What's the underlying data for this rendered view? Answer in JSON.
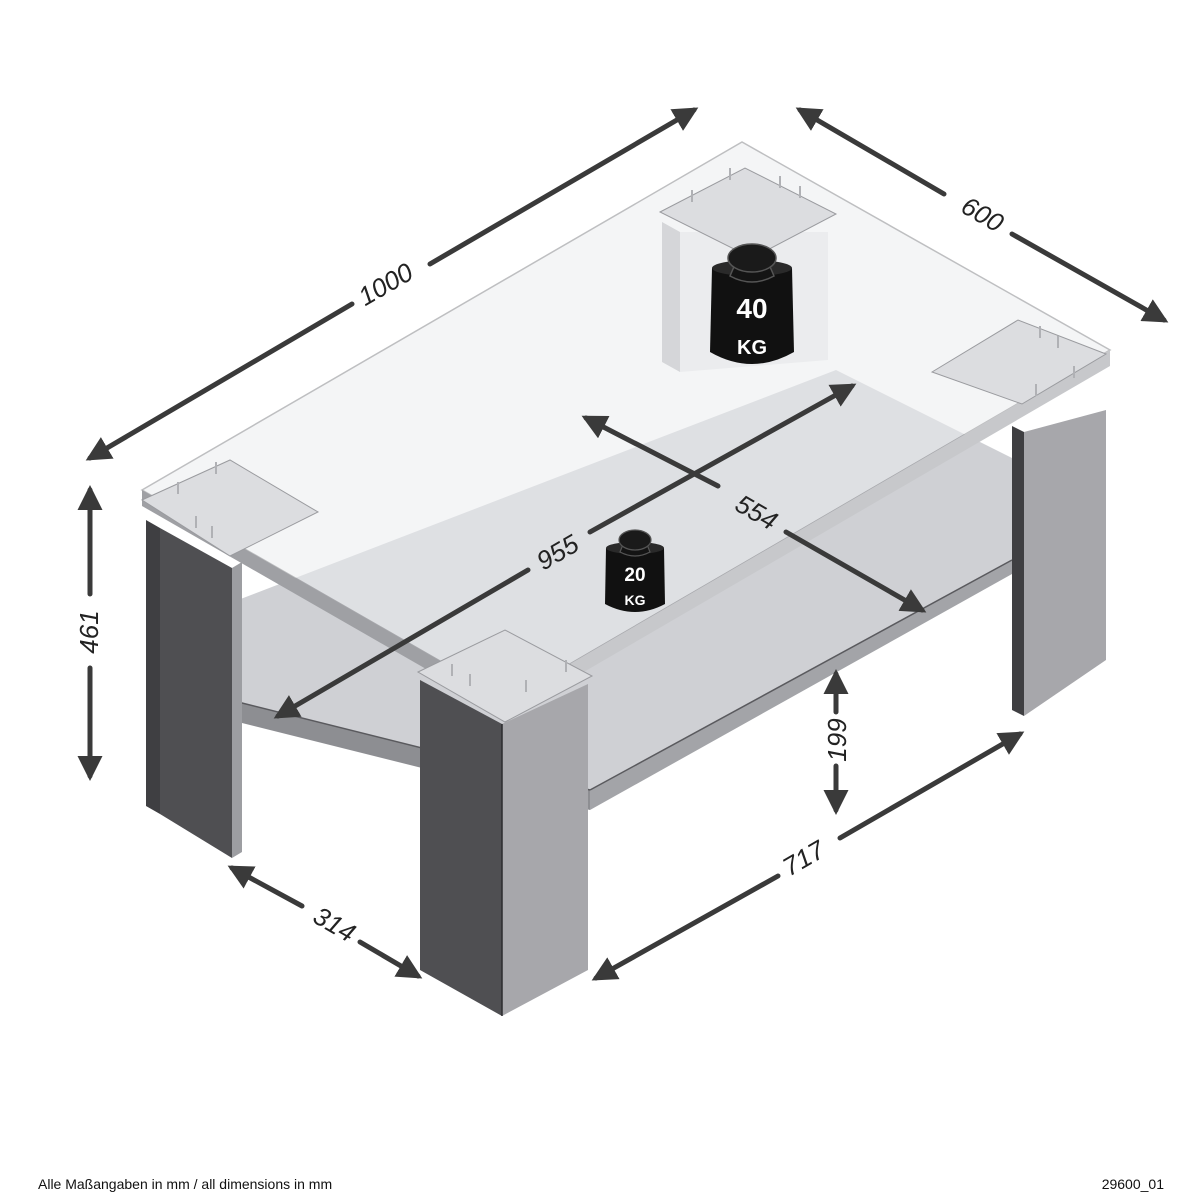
{
  "dimensions": {
    "length": "1000",
    "depth": "600",
    "height": "461",
    "shelf_diagonal": "955",
    "shelf_depth": "554",
    "shelf_clearance": "199",
    "shelf_width": "717",
    "leg_offset": "314"
  },
  "weights": {
    "top_load": {
      "value": "40",
      "unit": "KG"
    },
    "shelf_load": {
      "value": "20",
      "unit": "KG"
    }
  },
  "footer": {
    "note": "Alle Maßangaben in mm / all dimensions in mm",
    "code": "29600_01"
  },
  "colors": {
    "arrow": "#3a3a3a",
    "leg_dark": "#4f4f52",
    "leg_light": "#a7a7ab",
    "shelf": "#c9cacf",
    "glass": "#eef0f2",
    "weight": "#111111"
  }
}
